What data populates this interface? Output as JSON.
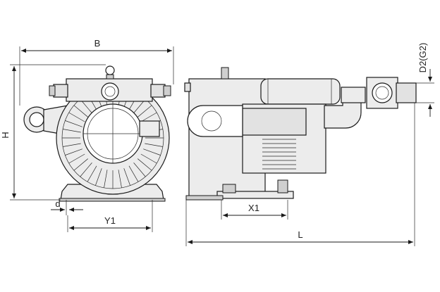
{
  "dimensions": {
    "B": "B",
    "H": "H",
    "d": "d",
    "Y1": "Y1",
    "X1": "X1",
    "L": "L",
    "D2": "D2(G2)"
  }
}
